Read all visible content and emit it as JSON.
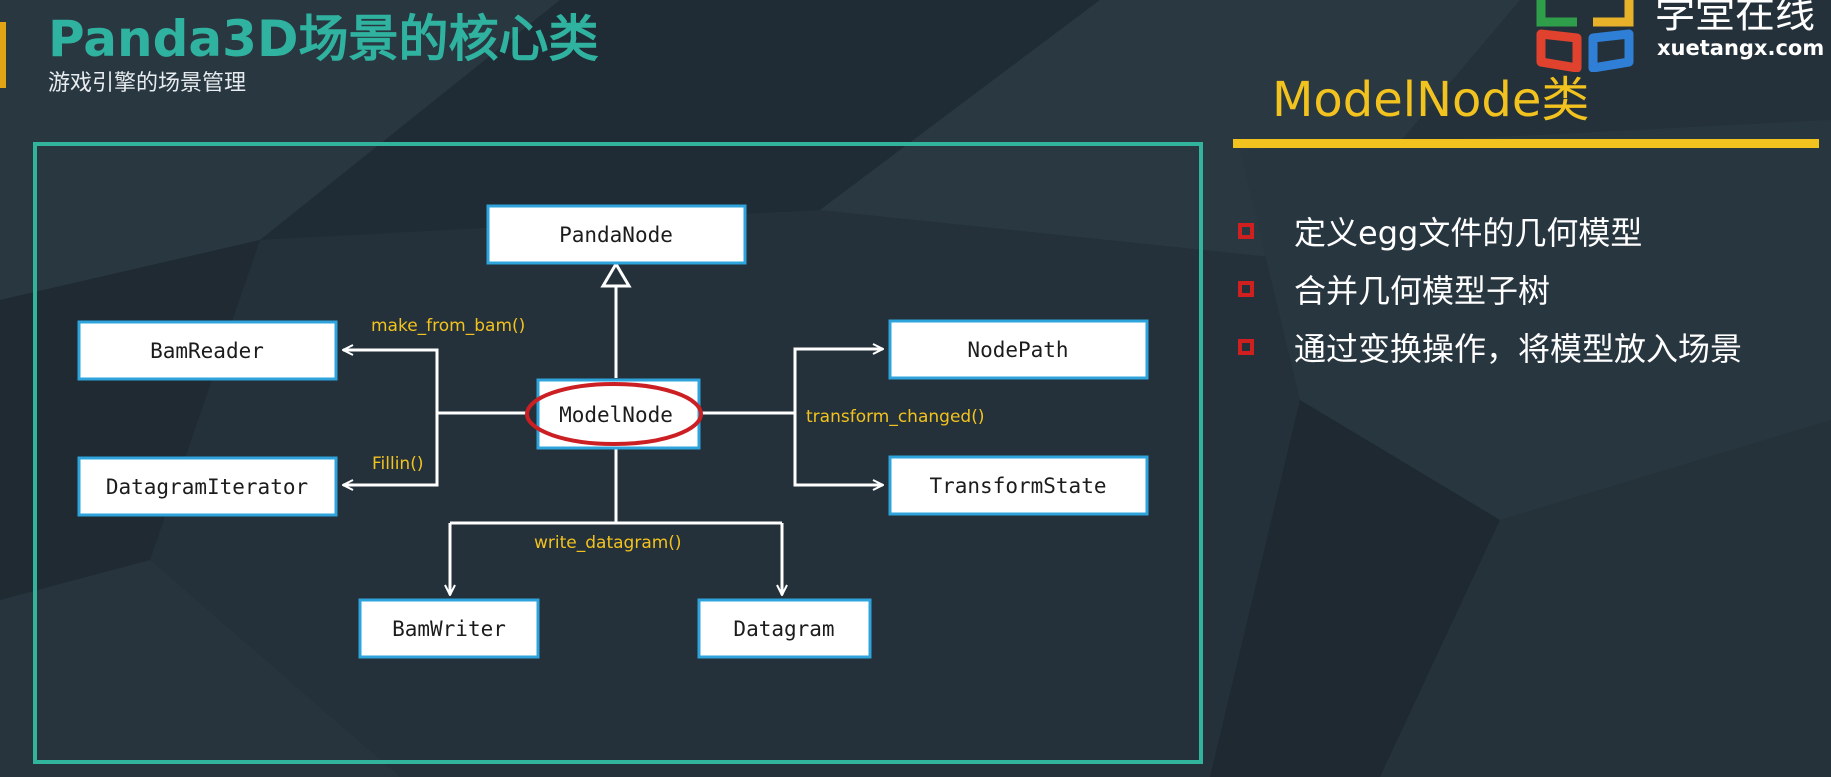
{
  "header": {
    "title": "Panda3D场景的核心类",
    "subtitle": "游戏引擎的场景管理"
  },
  "logo": {
    "name_cn": "学堂在线",
    "name_en": "xuetangx.com"
  },
  "diagram": {
    "nodes": {
      "panda_node": "PandaNode",
      "bam_reader": "BamReader",
      "datagram_iterator": "DatagramIterator",
      "model_node": "ModelNode",
      "node_path": "NodePath",
      "transform_state": "TransformState",
      "bam_writer": "BamWriter",
      "datagram": "Datagram"
    },
    "edge_labels": {
      "make_from_bam": "make_from_bam()",
      "fillin": "Fillin()",
      "transform_changed": "transform_changed()",
      "write_datagram": "write_datagram()"
    }
  },
  "panel": {
    "title": "ModelNode类",
    "bullets": [
      "定义egg文件的几何模型",
      "合并几何模型子树",
      "通过变换操作，将模型放入场景"
    ]
  },
  "colors": {
    "background": "#24313a",
    "title_teal": "#2fb3a0",
    "frame_teal": "#31b39c",
    "accent_yellow": "#f2c21e",
    "bullet_red": "#cf1f1f",
    "highlight_red": "#cc1f24"
  }
}
